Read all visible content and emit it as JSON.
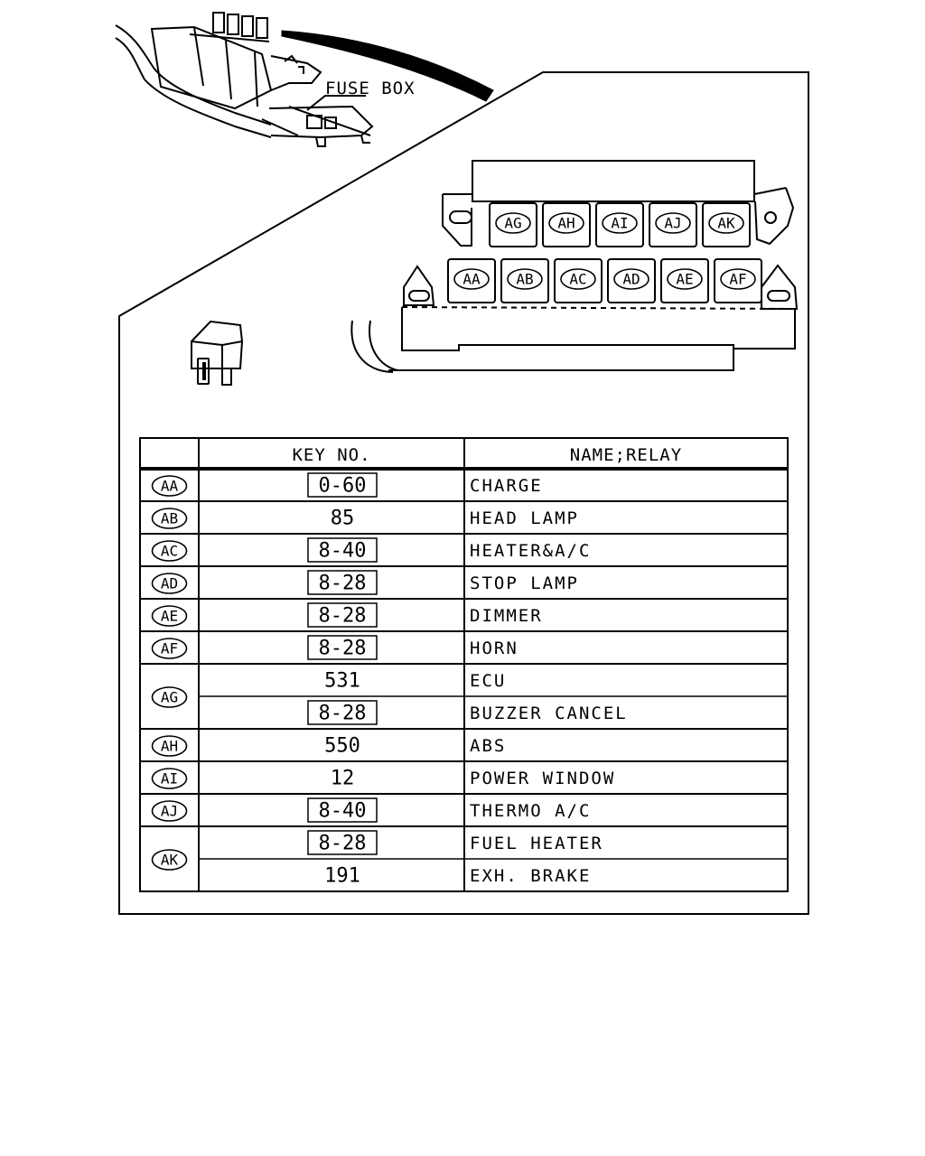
{
  "fuse_box_label": "FUSE BOX",
  "table": {
    "header_key": "KEY NO.",
    "header_name": "NAME;RELAY",
    "groups": [
      {
        "code": "AA",
        "entries": [
          {
            "key": "0-60",
            "boxed": true,
            "name": "CHARGE"
          }
        ]
      },
      {
        "code": "AB",
        "entries": [
          {
            "key": "85",
            "boxed": false,
            "name": "HEAD LAMP"
          }
        ]
      },
      {
        "code": "AC",
        "entries": [
          {
            "key": "8-40",
            "boxed": true,
            "name": "HEATER&A/C"
          }
        ]
      },
      {
        "code": "AD",
        "entries": [
          {
            "key": "8-28",
            "boxed": true,
            "name": "STOP LAMP"
          }
        ]
      },
      {
        "code": "AE",
        "entries": [
          {
            "key": "8-28",
            "boxed": true,
            "name": "DIMMER"
          }
        ]
      },
      {
        "code": "AF",
        "entries": [
          {
            "key": "8-28",
            "boxed": true,
            "name": "HORN"
          }
        ]
      },
      {
        "code": "AG",
        "entries": [
          {
            "key": "531",
            "boxed": false,
            "name": "ECU"
          },
          {
            "key": "8-28",
            "boxed": true,
            "name": "BUZZER CANCEL"
          }
        ]
      },
      {
        "code": "AH",
        "entries": [
          {
            "key": "550",
            "boxed": false,
            "name": "ABS"
          }
        ]
      },
      {
        "code": "AI",
        "entries": [
          {
            "key": "12",
            "boxed": false,
            "name": "POWER WINDOW"
          }
        ]
      },
      {
        "code": "AJ",
        "entries": [
          {
            "key": "8-40",
            "boxed": true,
            "name": "THERMO A/C"
          }
        ]
      },
      {
        "code": "AK",
        "entries": [
          {
            "key": "8-28",
            "boxed": true,
            "name": "FUEL HEATER"
          },
          {
            "key": "191",
            "boxed": false,
            "name": "EXH. BRAKE"
          }
        ]
      }
    ]
  },
  "relay_slots": {
    "top_row": [
      "AG",
      "AH",
      "AI",
      "AJ",
      "AK"
    ],
    "bottom_row": [
      "AA",
      "AB",
      "AC",
      "AD",
      "AE",
      "AF"
    ]
  }
}
